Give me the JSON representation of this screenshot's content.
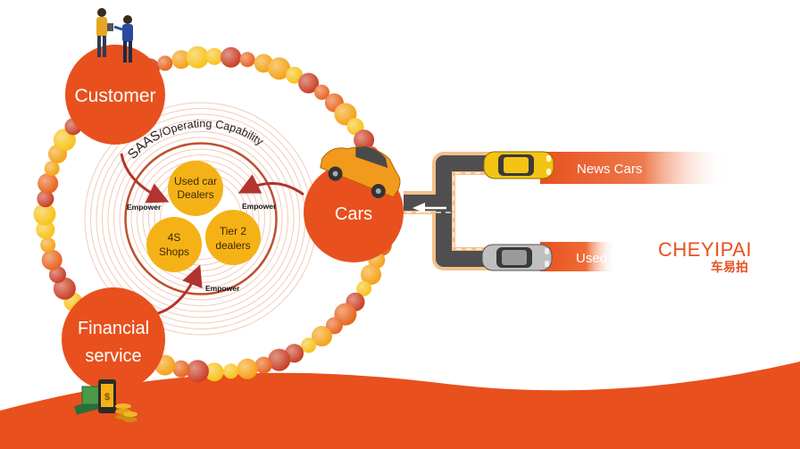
{
  "hub_nodes": [
    {
      "id": "customer",
      "label": "Customer"
    },
    {
      "id": "cars",
      "label": "Cars"
    },
    {
      "id": "financial",
      "label": "Financial service"
    }
  ],
  "arc_text": {
    "prefix": "SAAS",
    "suffix": "/Operating Capability"
  },
  "inner_nodes": [
    {
      "id": "used-car-dealers",
      "label": "Used car Dealers"
    },
    {
      "id": "4s-shops",
      "label": "4S Shops"
    },
    {
      "id": "tier2-dealers",
      "label": "Tier 2 dealers"
    }
  ],
  "empower_labels": [
    "Empower",
    "Empower",
    "Empower"
  ],
  "road_labels": {
    "top": "News Cars",
    "bottom": "Used Cars"
  },
  "brand": {
    "name": "CHEYIPAI",
    "chinese": "车易拍"
  },
  "colors": {
    "accent_orange": "#e8501e",
    "gold": "#f5b217",
    "dark_red": "#b1342f",
    "bead_colors": [
      "#f7c31c",
      "#f5a218",
      "#e86520",
      "#c94128"
    ],
    "road_fill": "#4f4f4f",
    "road_border": "#f3c08a"
  }
}
